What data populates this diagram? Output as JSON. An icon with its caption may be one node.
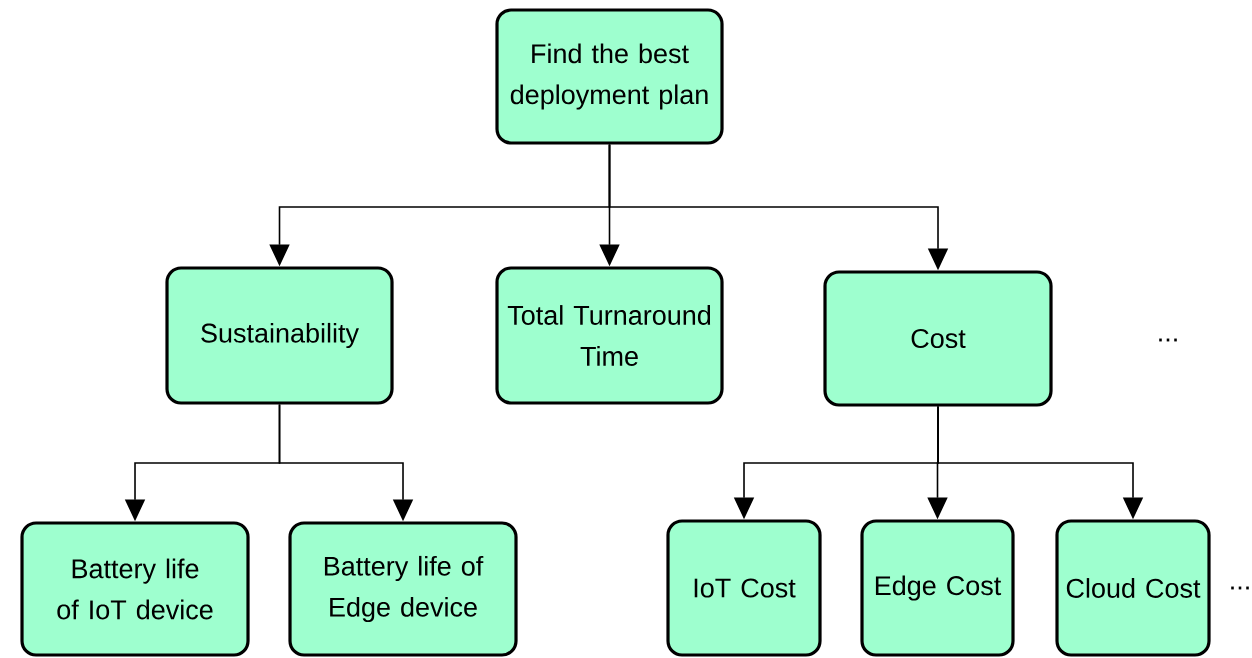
{
  "diagram": {
    "nodes": [
      {
        "text": [
          "Find the best deployment plan"
        ]
      },
      {
        "text": [
          "Sustainability"
        ]
      },
      {
        "text": [
          "Total Turnaround Time"
        ]
      },
      {
        "text": [
          "Cost"
        ]
      },
      {
        "text": [
          "Battery life of IoT device"
        ]
      },
      {
        "text": [
          "Battery life of Edge device"
        ]
      },
      {
        "text": [
          "IoT Cost"
        ]
      },
      {
        "text": [
          "Edge Cost"
        ]
      },
      {
        "text": [
          "Cloud Cost"
        ]
      }
    ],
    "edges": [
      {
        "from": 0,
        "to": 1,
        "arrow": "to"
      },
      {
        "from": 0,
        "to": 2,
        "arrow": "to"
      },
      {
        "from": 0,
        "to": 3,
        "arrow": "to"
      },
      {
        "from": 1,
        "to": 4,
        "arrow": "to"
      },
      {
        "from": 1,
        "to": 5,
        "arrow": "to"
      },
      {
        "from": 3,
        "to": 6,
        "arrow": "to"
      },
      {
        "from": 3,
        "to": 7,
        "arrow": "to"
      },
      {
        "from": 3,
        "to": 8,
        "arrow": "to"
      }
    ],
    "labels": [
      "...",
      "..."
    ]
  }
}
